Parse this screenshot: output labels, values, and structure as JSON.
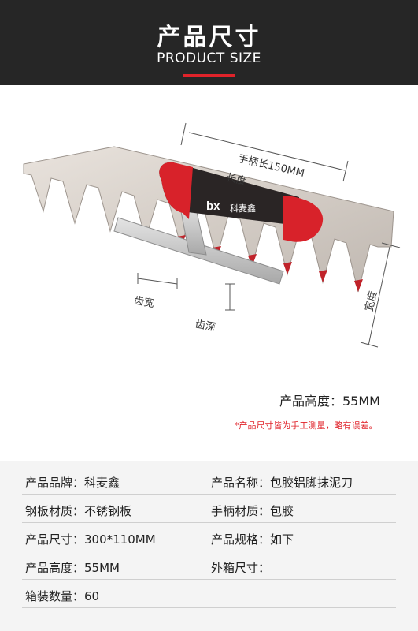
{
  "header": {
    "title_cn": "产品尺寸",
    "title_en": "PRODUCT SIZE",
    "accent_color": "#e0232a"
  },
  "annotations": {
    "handle_length": "手柄长150MM",
    "length": "长度",
    "width": "宽度",
    "tooth_width": "齿宽",
    "tooth_depth": "齿深",
    "brand_logo": "bx科麦鑫"
  },
  "dimension_height": "产品高度：55MM",
  "note": "*产品尺寸皆为手工测量，略有误差。",
  "specs": [
    {
      "left": "产品品牌：科麦鑫",
      "right": "产品名称：包胶铝脚抹泥刀"
    },
    {
      "left": "钢板材质：不锈钢板",
      "right": "手柄材质：包胶"
    },
    {
      "left": "产品尺寸：300*110MM",
      "right": "产品规格：如下"
    },
    {
      "left": "产品高度：55MM",
      "right": "外箱尺寸："
    },
    {
      "left": "箱装数量：60",
      "right": ""
    }
  ]
}
